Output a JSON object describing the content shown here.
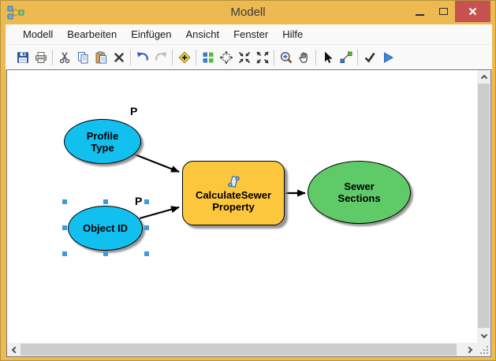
{
  "window": {
    "title": "Modell",
    "app_icon": "modelbuilder-icon"
  },
  "menu": {
    "items": [
      "Modell",
      "Bearbeiten",
      "Einfügen",
      "Ansicht",
      "Fenster",
      "Hilfe"
    ]
  },
  "toolbar": {
    "buttons": [
      "save",
      "print",
      "cut",
      "copy",
      "paste",
      "delete",
      "undo",
      "redo",
      "add-data",
      "auto-layout",
      "full-extent",
      "fixed-zoom-in",
      "fixed-zoom-out",
      "zoom-in-tool",
      "pan",
      "select",
      "add-connection",
      "validate",
      "run"
    ],
    "disabled": [
      "redo"
    ]
  },
  "model": {
    "nodes": [
      {
        "id": "profile-type",
        "kind": "input-variable",
        "line1": "Profile",
        "line2": "Type",
        "param": "P",
        "selected": false
      },
      {
        "id": "object-id",
        "kind": "input-variable",
        "line1": "Object ID",
        "line2": "",
        "param": "P",
        "selected": true
      },
      {
        "id": "calculate-sewer-property",
        "kind": "tool",
        "line1": "CalculateSewer",
        "line2": "Property",
        "icon": "script-tool-icon"
      },
      {
        "id": "sewer-sections",
        "kind": "output-variable",
        "line1": "Sewer",
        "line2": "Sections"
      }
    ],
    "connections": [
      {
        "from": "profile-type",
        "to": "calculate-sewer-property"
      },
      {
        "from": "object-id",
        "to": "calculate-sewer-property"
      },
      {
        "from": "calculate-sewer-property",
        "to": "sewer-sections"
      }
    ]
  },
  "colors": {
    "titlebar": "#EDBA52",
    "close_button": "#C75050",
    "variable_fill": "#12C0F0",
    "tool_fill": "#FCC63D",
    "output_fill": "#5FCB68",
    "selection_handle": "#3E9ADB",
    "shadow": "#7D7D7D"
  }
}
